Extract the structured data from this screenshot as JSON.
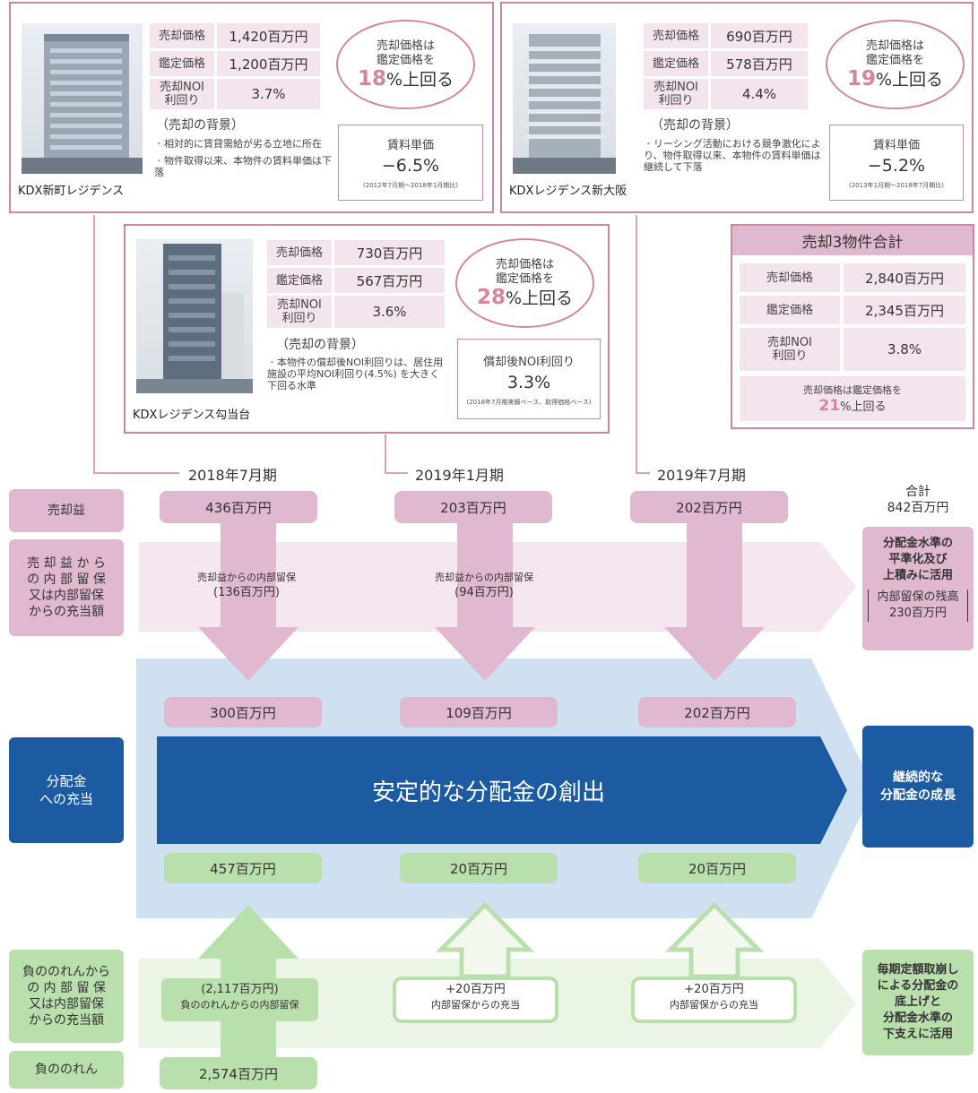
{
  "properties": [
    {
      "name": "KDX新町レジデンス",
      "rows": [
        {
          "label": "売却価格",
          "value": "1,420百万円"
        },
        {
          "label": "鑑定価格",
          "value": "1,200百万円"
        },
        {
          "label": "売却NOI\n利回り",
          "value": "3.7%"
        }
      ],
      "oval": {
        "line1": "売却価格は",
        "line2": "鑑定価格を",
        "pct": "18",
        "suffix": "%上回る"
      },
      "background_title": "（売却の背景）",
      "background_points": [
        "相対的に賃貸需給が劣る立地に所在",
        "物件取得以来、本物件の賃料単価は下落"
      ],
      "side": {
        "label": "賃料単価",
        "value": "−6.5%",
        "note": "(2012年7月期～2018年1月期比)"
      }
    },
    {
      "name": "KDXレジデンス新大阪",
      "rows": [
        {
          "label": "売却価格",
          "value": "690百万円"
        },
        {
          "label": "鑑定価格",
          "value": "578百万円"
        },
        {
          "label": "売却NOI\n利回り",
          "value": "4.4%"
        }
      ],
      "oval": {
        "line1": "売却価格は",
        "line2": "鑑定価格を",
        "pct": "19",
        "suffix": "%上回る"
      },
      "background_title": "（売却の背景）",
      "background_points": [
        "リーシング活動における競争激化により、物件取得以来、本物件の賃料単価は継続して下落"
      ],
      "side": {
        "label": "賃料単価",
        "value": "−5.2%",
        "note": "(2013年1月期～2018年7月期比)"
      }
    },
    {
      "name": "KDXレジデンス勾当台",
      "rows": [
        {
          "label": "売却価格",
          "value": "730百万円"
        },
        {
          "label": "鑑定価格",
          "value": "567百万円"
        },
        {
          "label": "売却NOI\n利回り",
          "value": "3.6%"
        }
      ],
      "oval": {
        "line1": "売却価格は",
        "line2": "鑑定価格を",
        "pct": "28",
        "suffix": "%上回る"
      },
      "background_title": "（売却の背景）",
      "background_points": [
        "本物件の償却後NOI利回りは、居住用施設の平均NOI利回り(4.5%) を大きく下回る水準"
      ],
      "side": {
        "label": "償却後NOI利回り",
        "value": "3.3%",
        "note": "(2018年7月期実績ベース、取得価格ベース)"
      }
    }
  ],
  "total": {
    "title": "売却3物件合計",
    "rows": [
      {
        "label": "売却価格",
        "value": "2,840百万円"
      },
      {
        "label": "鑑定価格",
        "value": "2,345百万円"
      },
      {
        "label": "売却NOI\n利回り",
        "value": "3.8%"
      }
    ],
    "note_line1": "売却価格は鑑定価格を",
    "note_pct": "21",
    "note_suffix": "%上回る"
  },
  "periods": [
    "2018年7月期",
    "2019年1月期",
    "2019年7月期"
  ],
  "row_labels": {
    "gain": "売却益",
    "gain_retained": "売 却 益 か ら\nの 内 部 留 保\n又は内部留保\nからの充当額",
    "distribution": "分配金\nへの充当",
    "goodwill_retained": "負ののれんから\nの 内 部 留 保\n又は内部留保\nからの充当額",
    "goodwill": "負ののれん"
  },
  "gain_values": [
    "436百万円",
    "203百万円",
    "202百万円"
  ],
  "retained_from_gain": [
    {
      "title": "売却益からの内部留保",
      "value": "(136百万円)"
    },
    {
      "title": "売却益からの内部留保",
      "value": "(94百万円)"
    }
  ],
  "dist_from_gain": [
    "300百万円",
    "109百万円",
    "202百万円"
  ],
  "center_banner": "安定的な分配金の創出",
  "dist_from_goodwill": [
    "457百万円",
    "20百万円",
    "20百万円"
  ],
  "goodwill_flows": [
    {
      "value": "(2,117百万円)",
      "title": "負ののれんからの内部留保"
    },
    {
      "value": "+20百万円",
      "title": "内部留保からの充当"
    },
    {
      "value": "+20百万円",
      "title": "内部留保からの充当"
    }
  ],
  "goodwill_value": "2,574百万円",
  "right_top": {
    "total_label": "合計",
    "total_value": "842百万円",
    "text": "分配金水準の\n平準化及び\n上積みに活用",
    "balance_label": "内部留保の残高",
    "balance_value": "230百万円"
  },
  "right_mid": "継続的な\n分配金の成長",
  "right_bottom": "毎期定額取崩し\nによる分配金の\n底上げと\n分配金水準の\n下支えに活用"
}
